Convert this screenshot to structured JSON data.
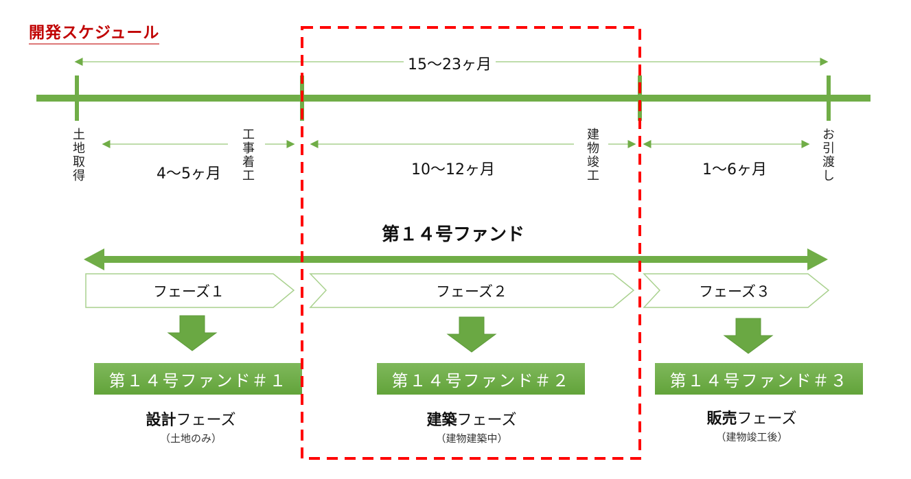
{
  "title": "開発スケジュール",
  "total_duration": "15〜23ヶ月",
  "milestones": [
    "土地取得",
    "工事着工",
    "建物竣工",
    "お引渡し"
  ],
  "intervals": [
    "4〜5ヶ月",
    "10〜12ヶ月",
    "1〜6ヶ月"
  ],
  "fund_name": "第１４号ファンド",
  "phases": [
    "フェーズ１",
    "フェーズ２",
    "フェーズ３"
  ],
  "funds": [
    "第１４号ファンド＃１",
    "第１４号ファンド＃２",
    "第１４号ファンド＃３"
  ],
  "stages": [
    {
      "bold": "設計",
      "rest": "フェーズ",
      "note": "（土地のみ）"
    },
    {
      "bold": "建築",
      "rest": "フェーズ",
      "note": "（建物建築中）"
    },
    {
      "bold": "販売",
      "rest": "フェーズ",
      "note": "（建物竣工後）"
    }
  ],
  "colors": {
    "green": "#70AD47",
    "light_green": "#A9D18E",
    "red": "#FF0000",
    "title_red": "#C00000"
  }
}
